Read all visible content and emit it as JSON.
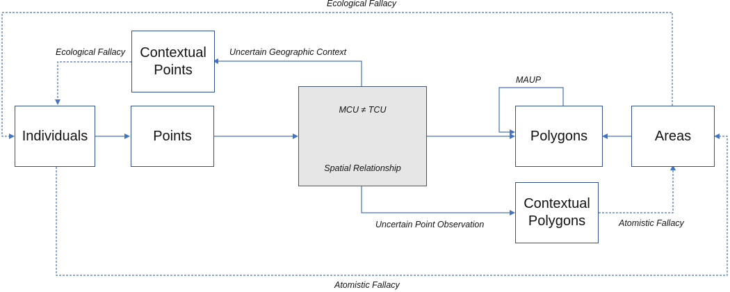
{
  "nodes": {
    "contextual_points": "Contextual\nPoints",
    "individuals": "Individuals",
    "points": "Points",
    "polygons": "Polygons",
    "areas": "Areas",
    "contextual_polygons": "Contextual\nPolygons"
  },
  "center": {
    "top_text": "MCU ≠ TCU",
    "bottom_text": "Spatial Relationship"
  },
  "edge_labels": {
    "ecological_fallacy_top": "Ecological Fallacy",
    "ecological_fallacy_left": "Ecological Fallacy",
    "uncertain_geographic_context": "Uncertain Geographic Context",
    "maup": "MAUP",
    "uncertain_point_observation": "Uncertain Point Observation",
    "atomistic_fallacy_right": "Atomistic Fallacy",
    "atomistic_fallacy_bottom": "Atomistic Fallacy"
  },
  "colors": {
    "line": "#4472c4",
    "box_border": "#2f4f8f",
    "center_fill": "#e6e6e6"
  }
}
